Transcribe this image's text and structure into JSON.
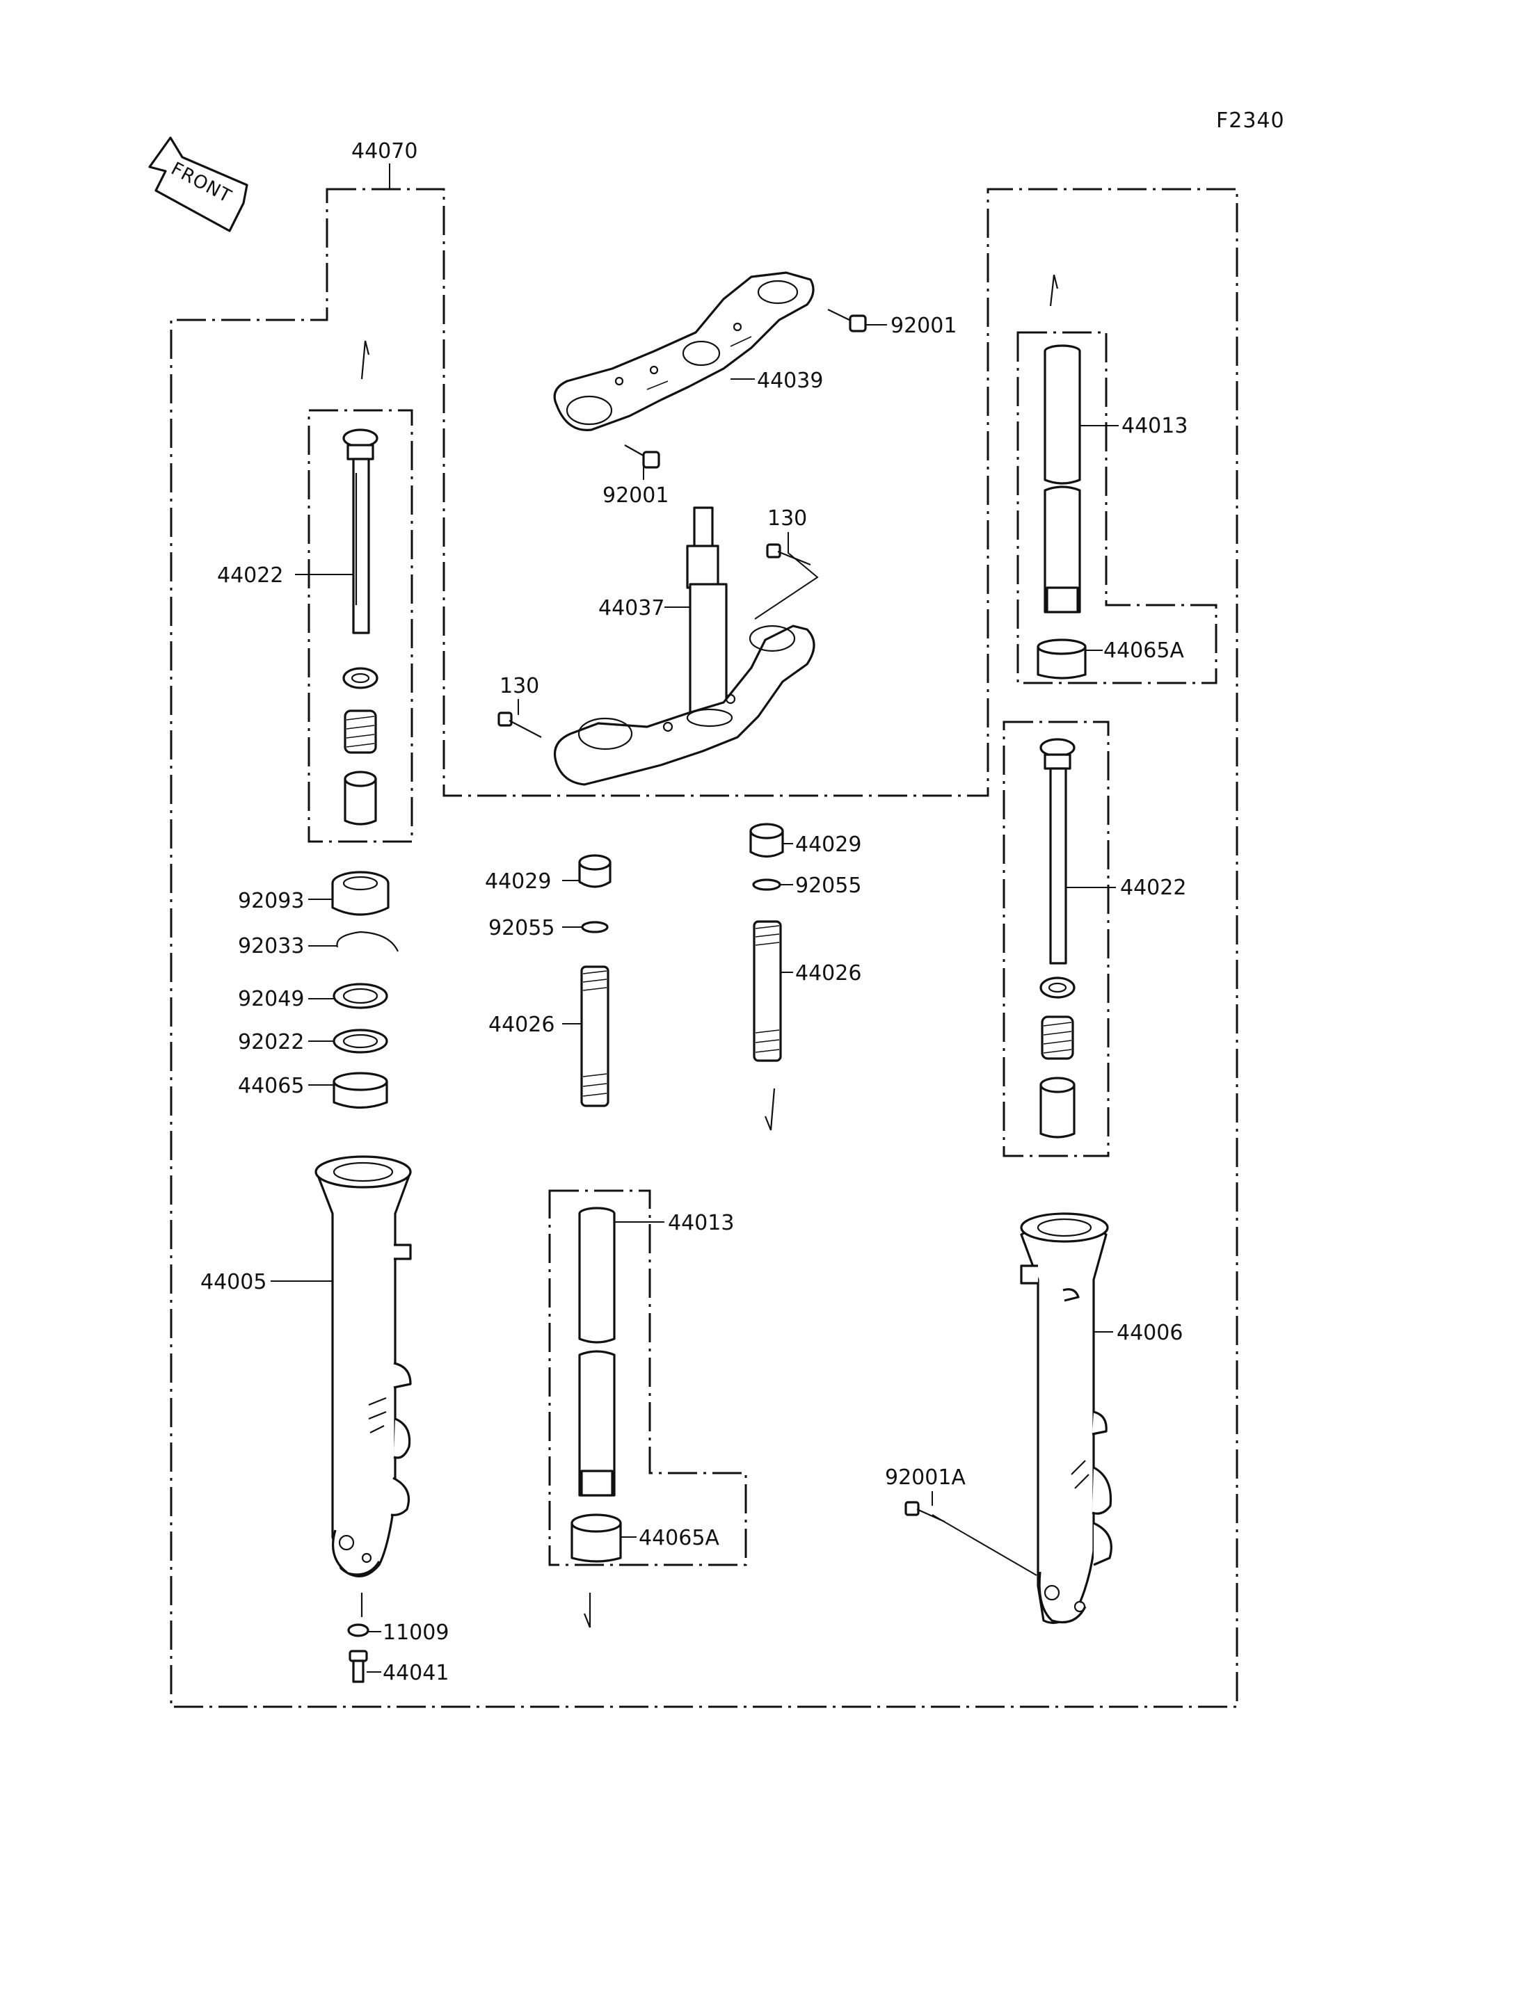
{
  "figure_code": "F2340",
  "front_label": "FRONT",
  "parts": {
    "p44070": "44070",
    "p92001_top": "92001",
    "p44039": "44039",
    "p92001_mid": "92001",
    "p130_top": "130",
    "p44037": "44037",
    "p130_left": "130",
    "p44022_left": "44022",
    "p44013_right": "44013",
    "p44065A_right": "44065A",
    "p44022_right": "44022",
    "p44029_right": "44029",
    "p92055_right": "92055",
    "p44026_right": "44026",
    "p44029_mid": "44029",
    "p92055_mid": "92055",
    "p44026_mid": "44026",
    "p92093": "92093",
    "p92033": "92033",
    "p92049": "92049",
    "p92022": "92022",
    "p44065": "44065",
    "p44005": "44005",
    "p44013_bottom": "44013",
    "p44065A_bottom": "44065A",
    "p44006": "44006",
    "p92001A": "92001A",
    "p11009": "11009",
    "p44041": "44041"
  }
}
